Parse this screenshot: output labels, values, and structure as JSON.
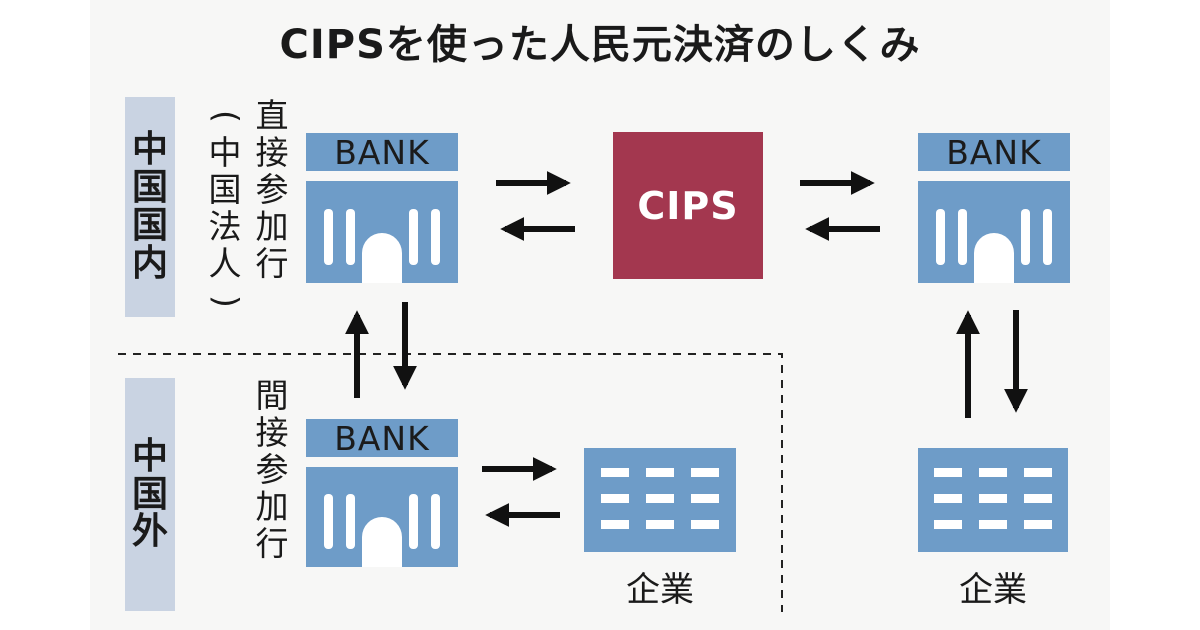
{
  "title": "CIPSを使った人民元決済のしくみ",
  "regions": {
    "domestic": "中国国内",
    "overseas": "中国外"
  },
  "labels": {
    "direct_participant": "直接参加行",
    "direct_note": "(中国法人)",
    "indirect_participant": "間接参加行"
  },
  "nodes": {
    "bank_direct": "BANK",
    "cips": "CIPS",
    "bank_right": "BANK",
    "bank_indirect": "BANK",
    "company_left": "企業",
    "company_right": "企業"
  },
  "colors": {
    "bank_blue": "#6e9cc8",
    "cips_red": "#a3374f",
    "region_label_bg": "#c9d3e2"
  }
}
